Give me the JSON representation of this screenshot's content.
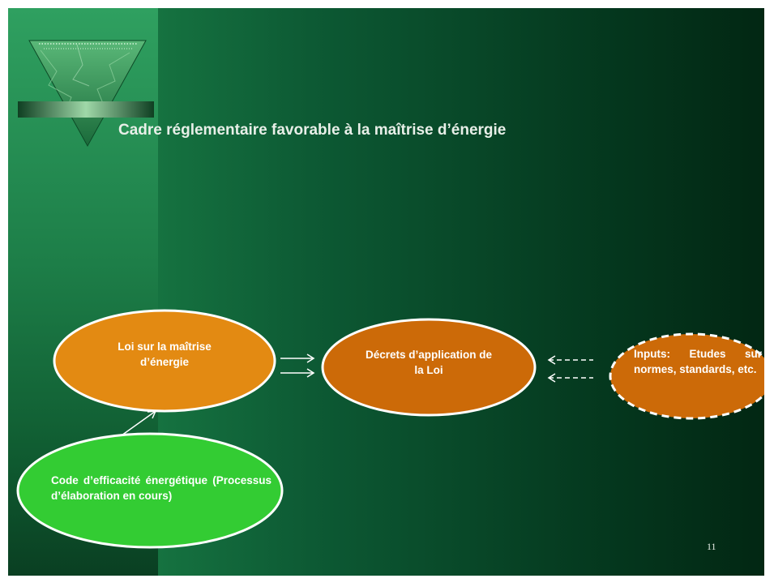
{
  "title": "Cadre réglementaire favorable à la maîtrise d’énergie",
  "nodes": {
    "loi": "Loi sur la maîtrise d’énergie",
    "decrets": "Décrets d’application de la Loi",
    "inputs": "Inputs: Etudes sur normes, standards, etc.",
    "code": "Code d’efficacité énergétique (Processus d’élaboration en cours)"
  },
  "page_number": "11",
  "colors": {
    "orange": "#e38a12",
    "dark_orange": "#cc6a08",
    "green": "#33cc33",
    "background_dark": "#022713",
    "background_light": "#1e8a4c"
  }
}
